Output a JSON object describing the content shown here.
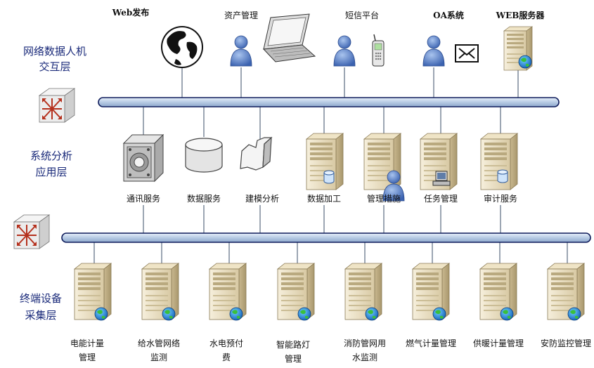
{
  "layers": {
    "top": [
      "网络数据人机",
      "交互层"
    ],
    "middle": [
      "系统分析",
      "应用层"
    ],
    "bottom": [
      "终端设备",
      "采集层"
    ]
  },
  "top_nodes": [
    "Web发布",
    "资产管理",
    "短信平台",
    "OA系统",
    "WEB服务器"
  ],
  "middle_nodes": [
    "通讯服务",
    "数据服务",
    "建模分析",
    "数据加工",
    "管理措施",
    "任务管理",
    "审计服务"
  ],
  "bottom_nodes": [
    [
      "电能计量",
      "管理"
    ],
    [
      "给水管网络",
      "监测"
    ],
    [
      "水电预付",
      "费"
    ],
    [
      "智能路灯",
      "管理"
    ],
    [
      "消防管网用",
      "水监测"
    ],
    [
      "燃气计量管理",
      ""
    ],
    [
      "供暖计量管理",
      ""
    ],
    [
      "安防监控管理",
      ""
    ]
  ],
  "colors": {
    "bus_fill": "#c9d9ec",
    "bus_stroke": "#0d1a5a",
    "layer_text": "#1a2a7a"
  }
}
